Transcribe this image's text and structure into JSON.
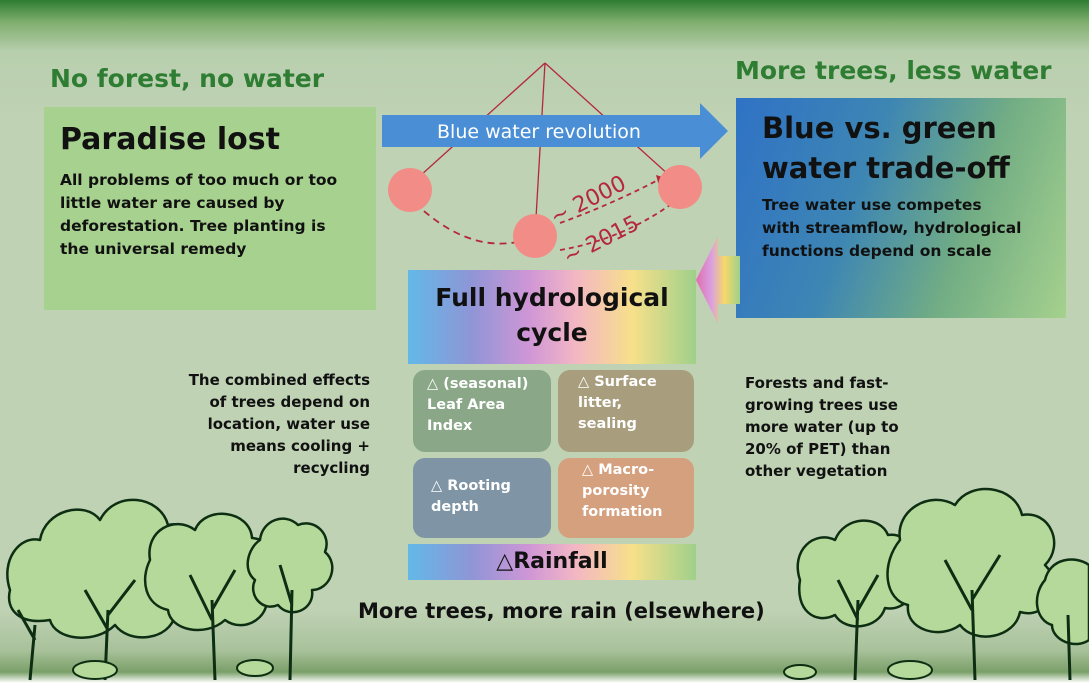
{
  "headings": {
    "left": "No forest, no water",
    "right": "More trees, less water",
    "bottom": "More trees, more rain (elsewhere)"
  },
  "paradise": {
    "title": "Paradise lost",
    "body": "All problems of too much or too little water are caused by deforestation. Tree planting is the universal remedy"
  },
  "tradeoff": {
    "title": "Blue vs. green water trade-off",
    "body": "Tree water use competes with streamflow, hydrological functions depend on scale"
  },
  "arrow_label": "Blue water revolution",
  "pendulum": {
    "year1": "~ 2000",
    "year2": "~ 2015"
  },
  "cycle": {
    "title": "Full hydrological cycle"
  },
  "factors": {
    "delta_symbol": "△",
    "leaf_area": "(seasonal) Leaf Area Index",
    "surface": "Surface litter, sealing",
    "rooting": "Rooting depth",
    "macro": "Macro-porosity formation",
    "rainfall": "Rainfall"
  },
  "side_notes": {
    "left": "The combined effects of trees depend on location, water use means cooling + recycling",
    "right": "Forests and fast-growing trees use more water (up to 20% of PET) than other vegetation"
  },
  "colors": {
    "dark_green": "#2e7d32",
    "light_green_box": "#a6d18e",
    "blue_arrow": "#4a8fd6",
    "pendulum_ball": "#f28c86",
    "pendulum_line": "#b5283c",
    "factor_leaf": "#8aa888",
    "factor_surface": "#a89e7e",
    "factor_rooting": "#7f95a5",
    "factor_macro": "#d4a07e"
  },
  "icons": [
    "tree-illustration"
  ]
}
